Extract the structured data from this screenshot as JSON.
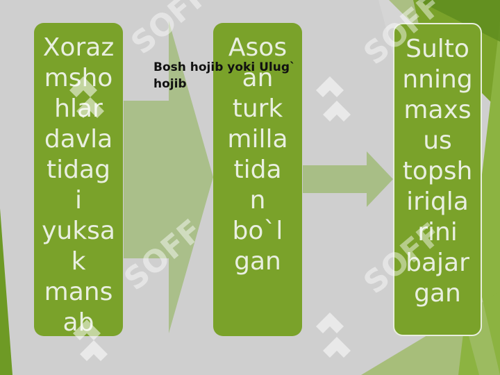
{
  "diagram": {
    "box1_lines": [
      "Xoraz",
      "msho",
      "hlar",
      "davla",
      "tidag",
      "i",
      "yuksa",
      "k",
      "mans",
      "ab"
    ],
    "box2_lines": [
      "Asos",
      "an",
      "turk",
      "milla",
      "tida",
      "n",
      "bo`l",
      "gan"
    ],
    "box3_lines": [
      "Sulto",
      "nning",
      "maxs",
      "us",
      "topsh",
      "iriqla",
      "rini",
      "bajar",
      "gan"
    ],
    "caption": "Bosh hojib yoki Ulug` hojib"
  },
  "watermark": {
    "text": "SOFF"
  },
  "colors": {
    "box_fill": "#7aa22a",
    "box_text": "#e9efe0",
    "arrow_fill": "#a5bd82",
    "page_background": "#cfcfcf",
    "accent_green": "#6e9a25"
  }
}
